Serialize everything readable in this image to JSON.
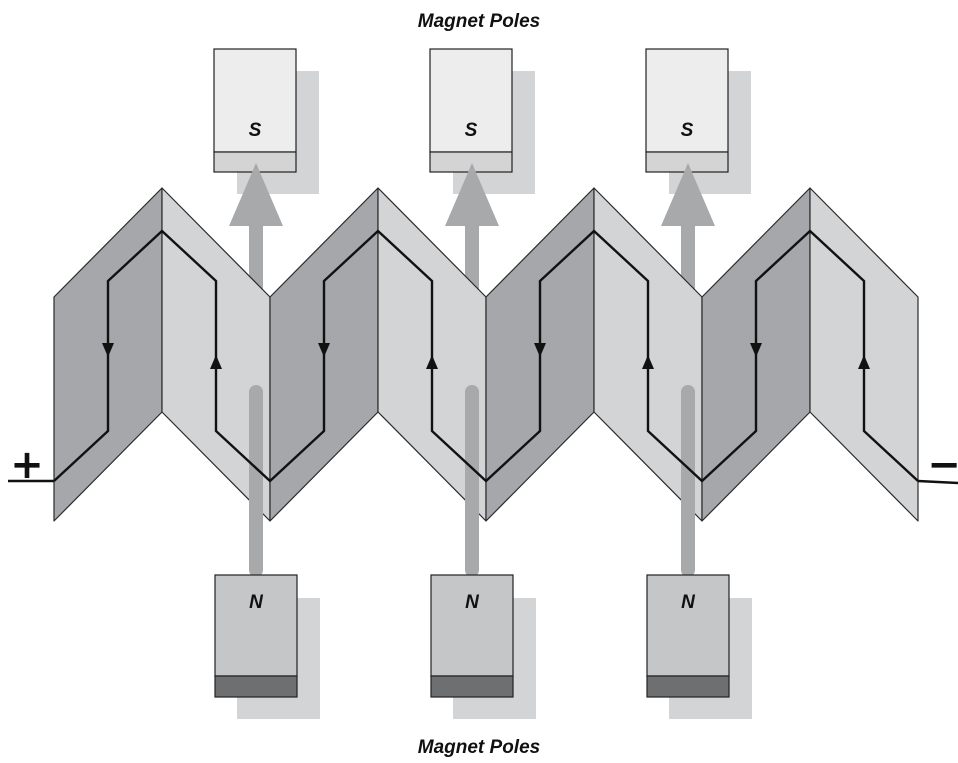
{
  "diagram": {
    "caption_top": "Magnet Poles",
    "caption_bottom": "Magnet Poles",
    "terminal_positive": "+",
    "terminal_negative": "−",
    "south_pole_label": "S",
    "north_pole_label": "N"
  },
  "colors": {
    "panel_dark": "#a6a7aa",
    "panel_light": "#d3d4d6",
    "magnet_s_face": "#ededed",
    "magnet_s_base": "#d4d4d4",
    "magnet_n_face": "#c5c6c8",
    "magnet_n_base": "#6e6f71",
    "magnet_shadow": "#d3d4d6",
    "flux_arrow": "#a8a9ab",
    "conductor": "#111111"
  }
}
